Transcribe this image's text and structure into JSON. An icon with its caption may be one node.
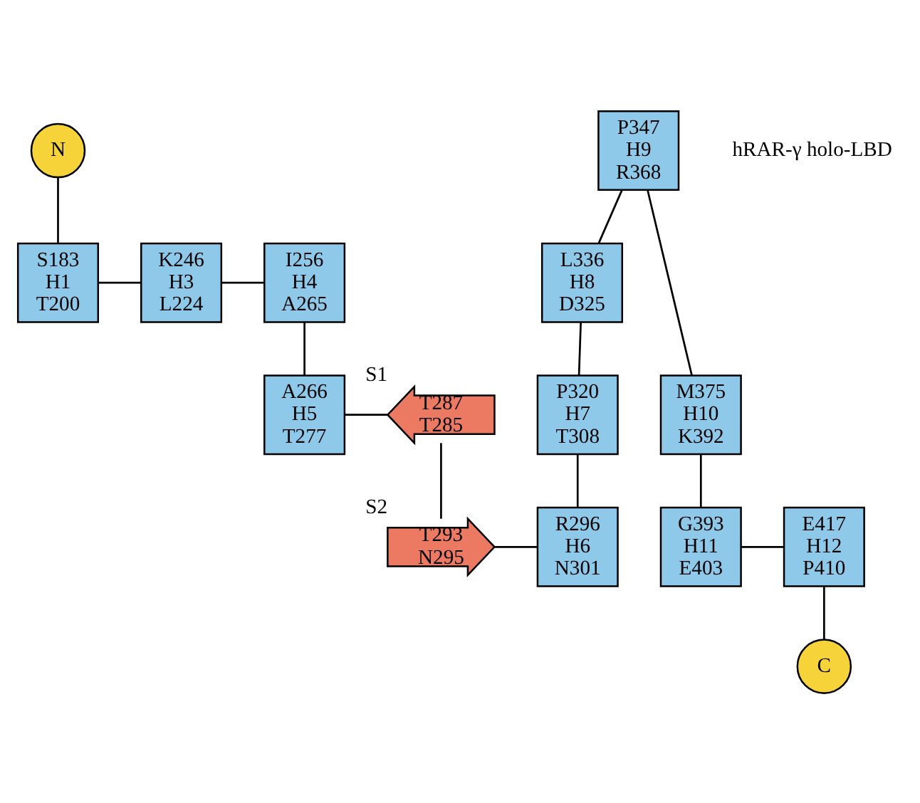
{
  "diagram": {
    "nodes": [
      {
        "text": [
          "N"
        ]
      },
      {
        "text": [
          "S183",
          "H1",
          "T200"
        ]
      },
      {
        "text": [
          "K246",
          "H3",
          "L224"
        ]
      },
      {
        "text": [
          "I256",
          "H4",
          "A265"
        ]
      },
      {
        "text": [
          "A266",
          "H5",
          "T277"
        ]
      },
      {
        "text": [
          "T287",
          "T285"
        ],
        "beside": [
          "S1"
        ]
      },
      {
        "text": [
          "T293",
          "N295"
        ],
        "beside": [
          "S2"
        ]
      },
      {
        "text": [
          "R296",
          "H6",
          "N301"
        ]
      },
      {
        "text": [
          "P320",
          "H7",
          "T308"
        ]
      },
      {
        "text": [
          "L336",
          "H8",
          "D325"
        ]
      },
      {
        "text": [
          "P347",
          "H9",
          "R368"
        ]
      },
      {
        "text": [
          "M375",
          "H10",
          "K392"
        ]
      },
      {
        "text": [
          "G393",
          "H11",
          "E403"
        ]
      },
      {
        "text": [
          "E417",
          "H12",
          "P410"
        ]
      },
      {
        "text": [
          "C"
        ]
      }
    ],
    "edges": [
      {
        "from": 0,
        "to": 1,
        "arrow": "none"
      },
      {
        "from": 1,
        "to": 2,
        "arrow": "none"
      },
      {
        "from": 2,
        "to": 3,
        "arrow": "none"
      },
      {
        "from": 3,
        "to": 4,
        "arrow": "none"
      },
      {
        "from": 4,
        "to": 5,
        "arrow": "none"
      },
      {
        "from": 5,
        "to": 6,
        "arrow": "none"
      },
      {
        "from": 6,
        "to": 7,
        "arrow": "none"
      },
      {
        "from": 7,
        "to": 8,
        "arrow": "none"
      },
      {
        "from": 8,
        "to": 9,
        "arrow": "none"
      },
      {
        "from": 9,
        "to": 10,
        "arrow": "none"
      },
      {
        "from": 10,
        "to": 11,
        "arrow": "none"
      },
      {
        "from": 11,
        "to": 12,
        "arrow": "none"
      },
      {
        "from": 12,
        "to": 13,
        "arrow": "none"
      },
      {
        "from": 13,
        "to": 14,
        "arrow": "none"
      }
    ],
    "labels": [
      "hRAR-γ holo-LBD"
    ]
  }
}
